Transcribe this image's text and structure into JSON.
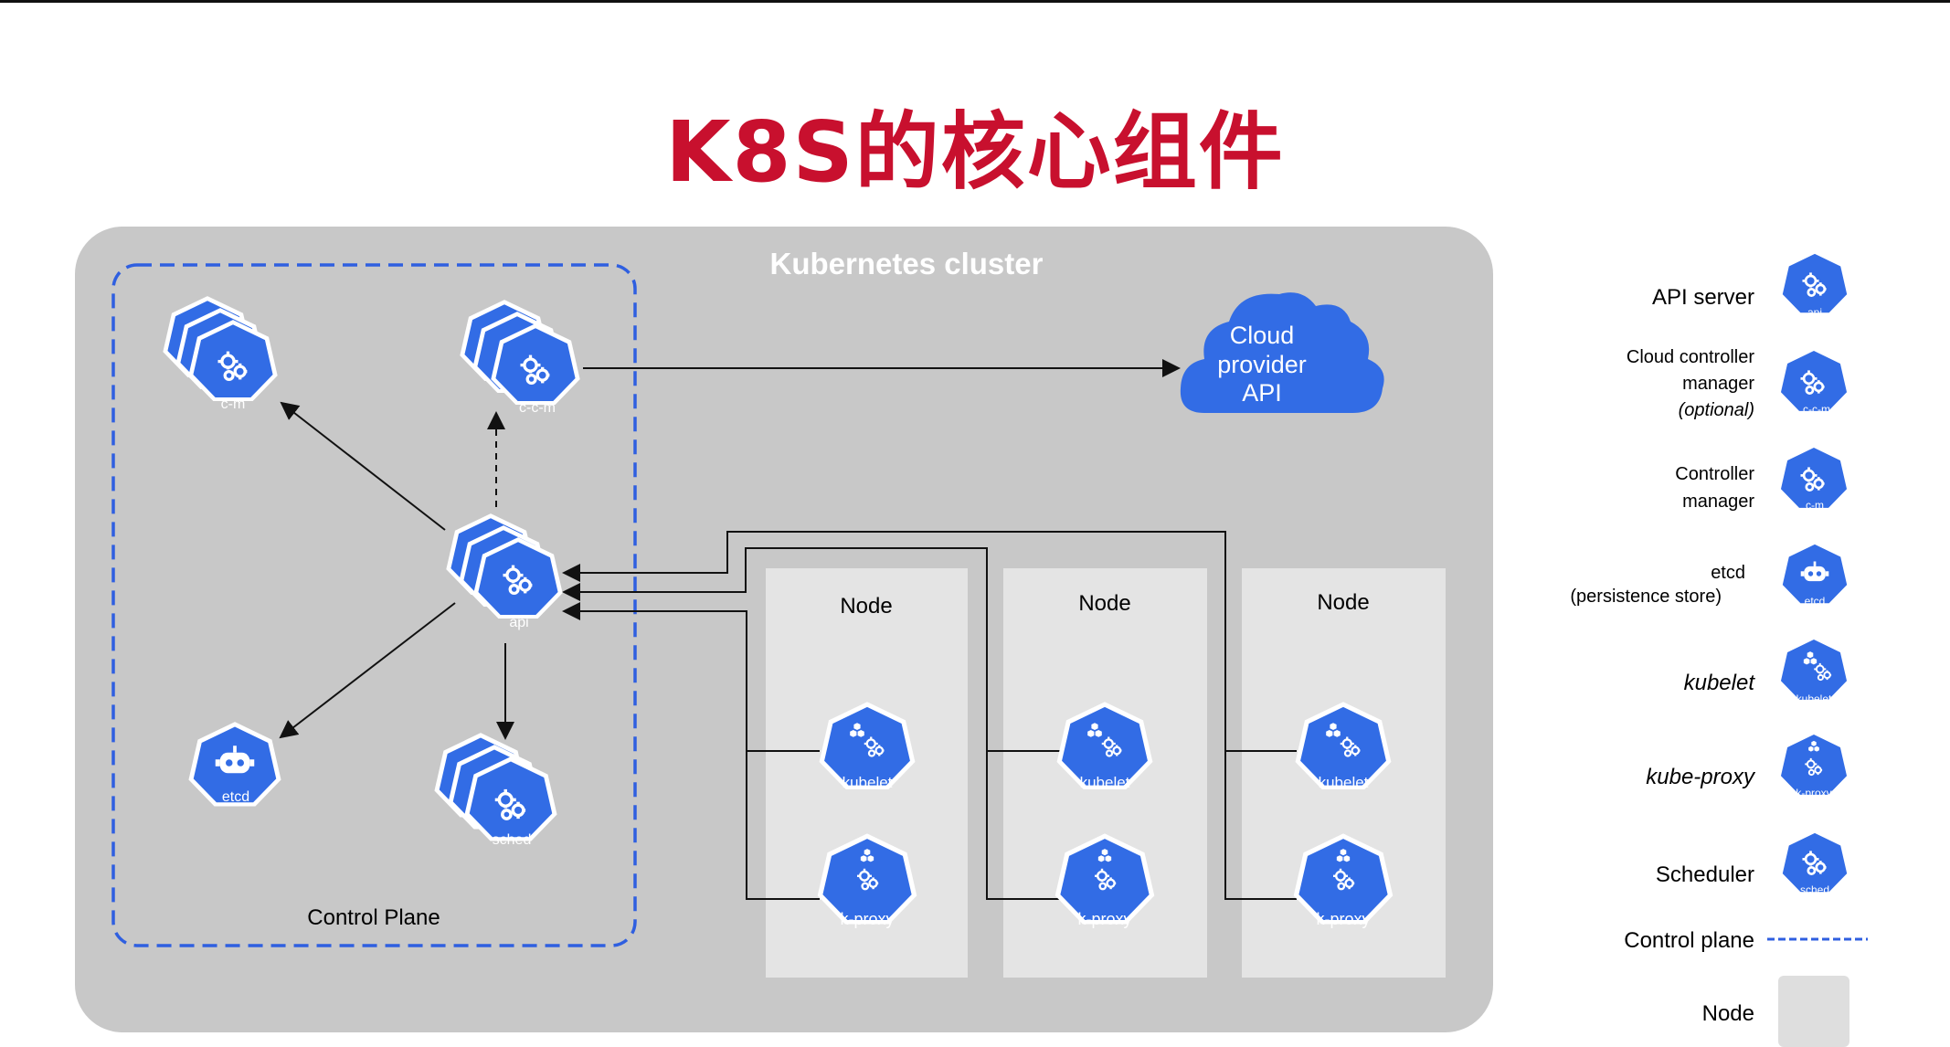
{
  "title": "K8S的核心组件",
  "colors": {
    "title": "#c8102e",
    "k8s_blue": "#326ce5",
    "cluster_bg": "#c8c8c8",
    "node_bg": "#e4e4e4",
    "control_plane_border": "#2f5fe0"
  },
  "cluster": {
    "label": "Kubernetes cluster"
  },
  "control_plane": {
    "label": "Control Plane"
  },
  "cloud": {
    "line1": "Cloud",
    "line2": "provider",
    "line3": "API"
  },
  "nodes": [
    {
      "label": "Node",
      "kubelet": "kubelet",
      "proxy": "k-proxy"
    },
    {
      "label": "Node",
      "kubelet": "kubelet",
      "proxy": "k-proxy"
    },
    {
      "label": "Node",
      "kubelet": "kubelet",
      "proxy": "k-proxy"
    }
  ],
  "components": {
    "cm": "c-m",
    "ccm": "c-c-m",
    "api": "api",
    "etcd": "etcd",
    "sched": "sched"
  },
  "legend": {
    "api_server": "API server",
    "ccm_line1": "Cloud controller",
    "ccm_line2": "manager",
    "ccm_line3": "(optional)",
    "cm_line1": "Controller",
    "cm_line2": "manager",
    "etcd_line1": "etcd",
    "etcd_line2": "(persistence store)",
    "kubelet": "kubelet",
    "kube_proxy": "kube-proxy",
    "scheduler": "Scheduler",
    "control_plane": "Control plane",
    "node": "Node",
    "icon_api": "api",
    "icon_ccm": "c-c-m",
    "icon_cm": "c-m",
    "icon_etcd": "etcd",
    "icon_kubelet": "kubelet",
    "icon_proxy": "k-proxy",
    "icon_sched": "sched"
  }
}
